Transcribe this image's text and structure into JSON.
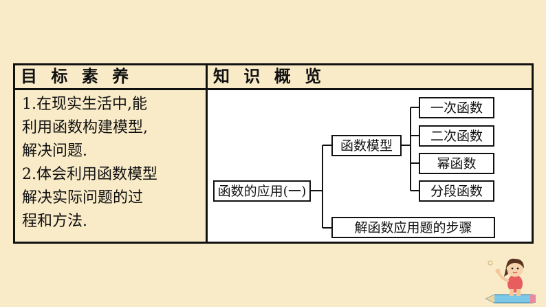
{
  "table": {
    "header_left": "目 标 素 养",
    "header_right": "知 识 概 览"
  },
  "goals": [
    "1.在现实生活中,能",
    "利用函数构建模型,",
    "解决问题.",
    "2.体会利用函数模型",
    "解决实际问题的过",
    "程和方法."
  ],
  "diagram": {
    "root": "函数的应用(一)",
    "model": "函数模型",
    "model_children": [
      "一次函数",
      "二次函数",
      "幂函数",
      "分段函数"
    ],
    "steps": "解函数应用题的步骤"
  },
  "colors": {
    "background": "#f9ebc8",
    "border": "#111111"
  }
}
